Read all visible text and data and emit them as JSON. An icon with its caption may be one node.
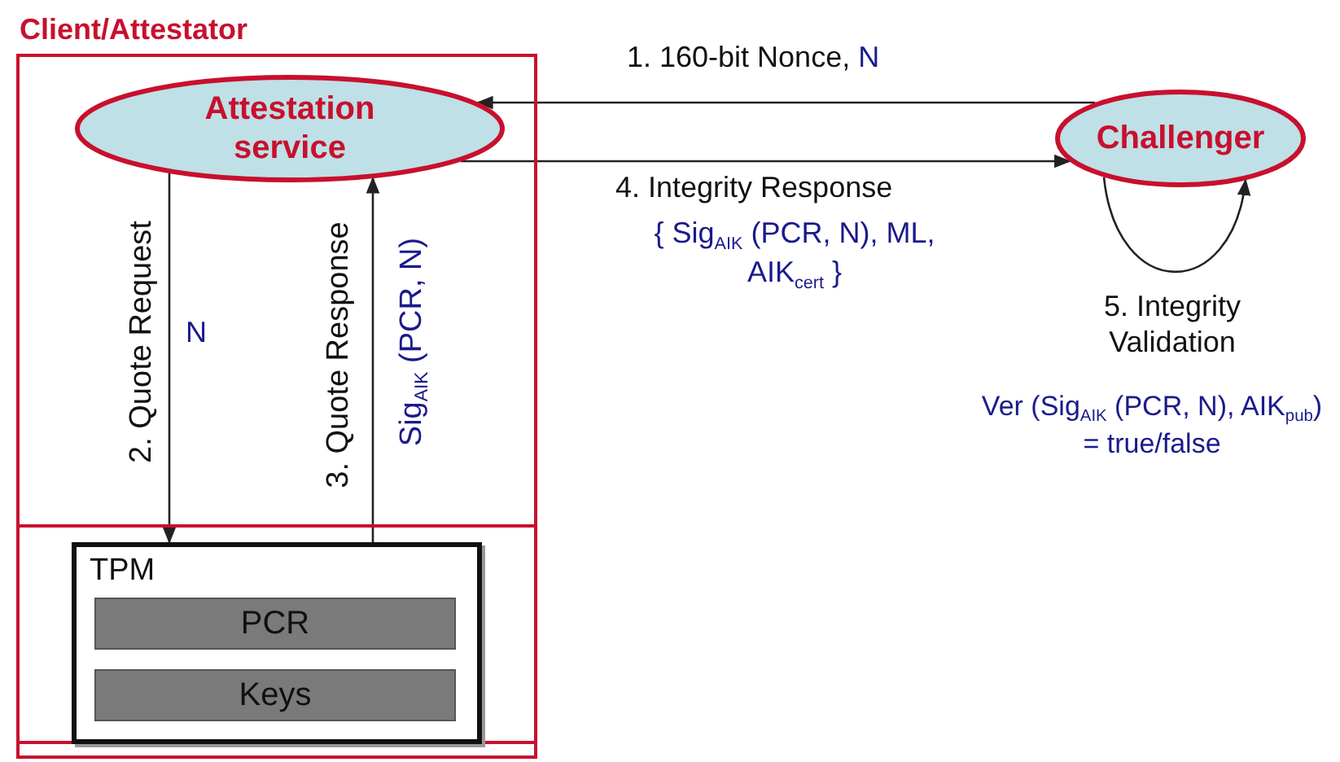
{
  "diagram": {
    "nodes": [
      {
        "text": [
          "Client/Attestator"
        ]
      },
      {
        "text": [
          "Attestation service"
        ],
        "in": 0
      },
      {
        "text": [
          "TPM"
        ],
        "in": 0
      },
      {
        "text": [
          "PCR"
        ],
        "in": 2
      },
      {
        "text": [
          "Keys"
        ],
        "in": 2
      },
      {
        "text": [
          "Challenger"
        ]
      }
    ],
    "edges": [
      {
        "from": 5,
        "to": 1,
        "arrow": "to",
        "label": "1. 160-bit Nonce, N"
      },
      {
        "from": 1,
        "to": 5,
        "arrow": "to",
        "label": "4. Integrity Response"
      },
      {
        "from": 1,
        "to": 2,
        "arrow": "to",
        "label": "2. Quote Request"
      },
      {
        "from": 2,
        "to": 1,
        "arrow": "to",
        "label": "3. Quote Response"
      },
      {
        "from": 5,
        "to": 5,
        "arrow": "to",
        "label": "5. Integrity Validation"
      }
    ],
    "labels": [
      "N",
      "Sig$_{AIK}$ (PCR, N)",
      "{ Sig$_{AIK}$ (PCR, N), ML, AIK$_{cert}$ }",
      "Ver (Sig$_{AIK}$ (PCR, N), AIK$_{pub}$) = true/false"
    ]
  }
}
